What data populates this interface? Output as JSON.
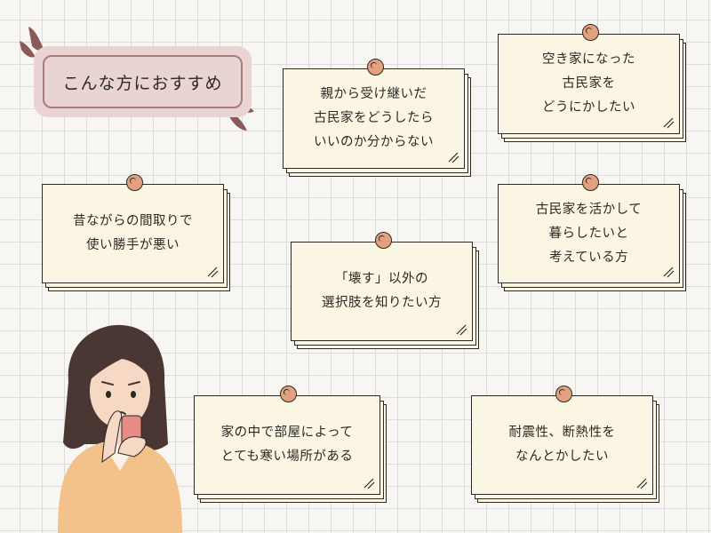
{
  "title": "こんな方におすすめ",
  "notes": [
    {
      "id": "n1",
      "text": "親から受け継いだ\n古民家をどうしたら\nいいのか分からない"
    },
    {
      "id": "n2",
      "text": "空き家になった\n古民家を\nどうにかしたい"
    },
    {
      "id": "n3",
      "text": "昔ながらの間取りで\n使い勝手が悪い"
    },
    {
      "id": "n4",
      "text": "古民家を活かして\n暮らしたいと\n考えている方"
    },
    {
      "id": "n5",
      "text": "「壊す」以外の\n選択肢を知りたい方"
    },
    {
      "id": "n6",
      "text": "家の中で部屋によって\nとても寒い場所がある"
    },
    {
      "id": "n7",
      "text": "耐震性、断熱性を\nなんとかしたい"
    }
  ],
  "colors": {
    "note": "#fbf6e4",
    "pin": "#e2a27f",
    "badge": "#e9d4d3",
    "badge_border": "#a77d7b",
    "accent_shape": "#8a5a57"
  }
}
